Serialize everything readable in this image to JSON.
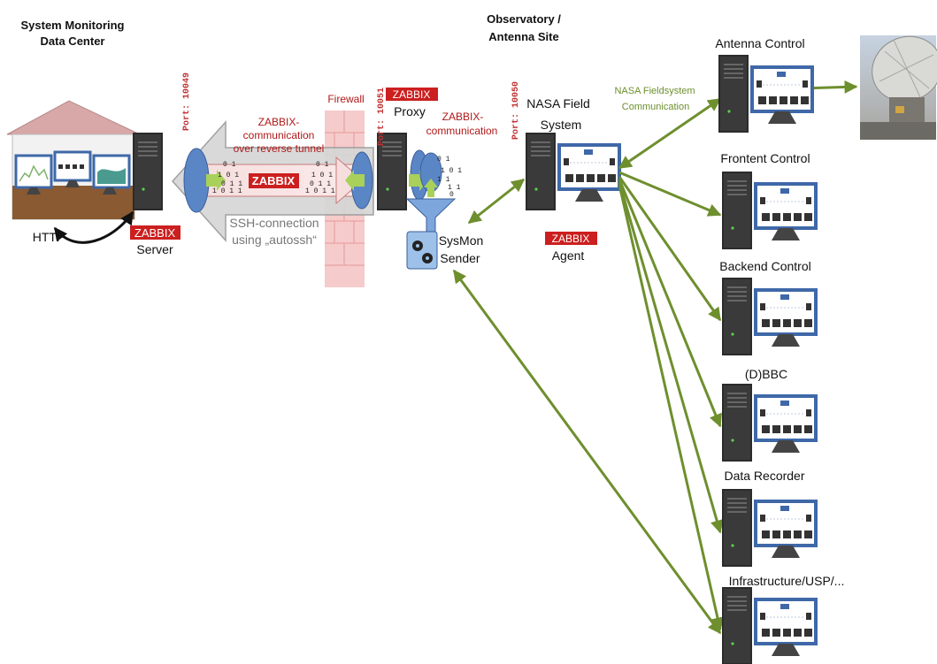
{
  "sites": {
    "data_center": {
      "line1": "System Monitoring",
      "line2": "Data Center"
    },
    "observatory": {
      "line1": "Observatory /",
      "line2": "Antenna Site"
    }
  },
  "ports": {
    "server": "Port: 10049",
    "proxy": "Port: 10051",
    "agent": "Port: 10050"
  },
  "brand": "ZABBIX",
  "labels": {
    "http": "HTTP",
    "server": "Server",
    "proxy": "Proxy",
    "agent": "Agent",
    "firewall": "Firewall",
    "sysmon_line1": "SysMon",
    "sysmon_line2": "Sender",
    "nasa_line1": "NASA Field",
    "nasa_line2": "System",
    "tunnel_line1": "ZABBIX-",
    "tunnel_line2": "communication",
    "tunnel_line3": "over reverse tunnel",
    "ssh_line1": "SSH-connection",
    "ssh_line2": "using „autossh“",
    "proxy_comm_line1": "ZABBIX-",
    "proxy_comm_line2": "communication",
    "fs_comm_line1": "NASA Fieldsystem",
    "fs_comm_line2": "Communication",
    "binary_left": [
      "0 1",
      "1 0  1",
      "0 1 1",
      "1 0 1 1"
    ],
    "binary_right": [
      "0 1",
      "1 0  1",
      "0 1 1",
      "1 0 1 1"
    ],
    "binary_funnel": [
      "0 1",
      "1 0 1",
      "1 1",
      "1 1",
      "0"
    ]
  },
  "devices": [
    {
      "label": "Antenna Control"
    },
    {
      "label": "Frontent Control"
    },
    {
      "label": "Backend Control"
    },
    {
      "label": "(D)BBC"
    },
    {
      "label": "Data Recorder"
    },
    {
      "label": "Infrastructure/USP/..."
    }
  ],
  "colors": {
    "zabbix_red": "#cc1f1f",
    "link_green": "#6e8f2e",
    "tunnel_red": "#b01818",
    "firewall": "#f3b9b9",
    "screen_blue": "#3f68a8"
  }
}
